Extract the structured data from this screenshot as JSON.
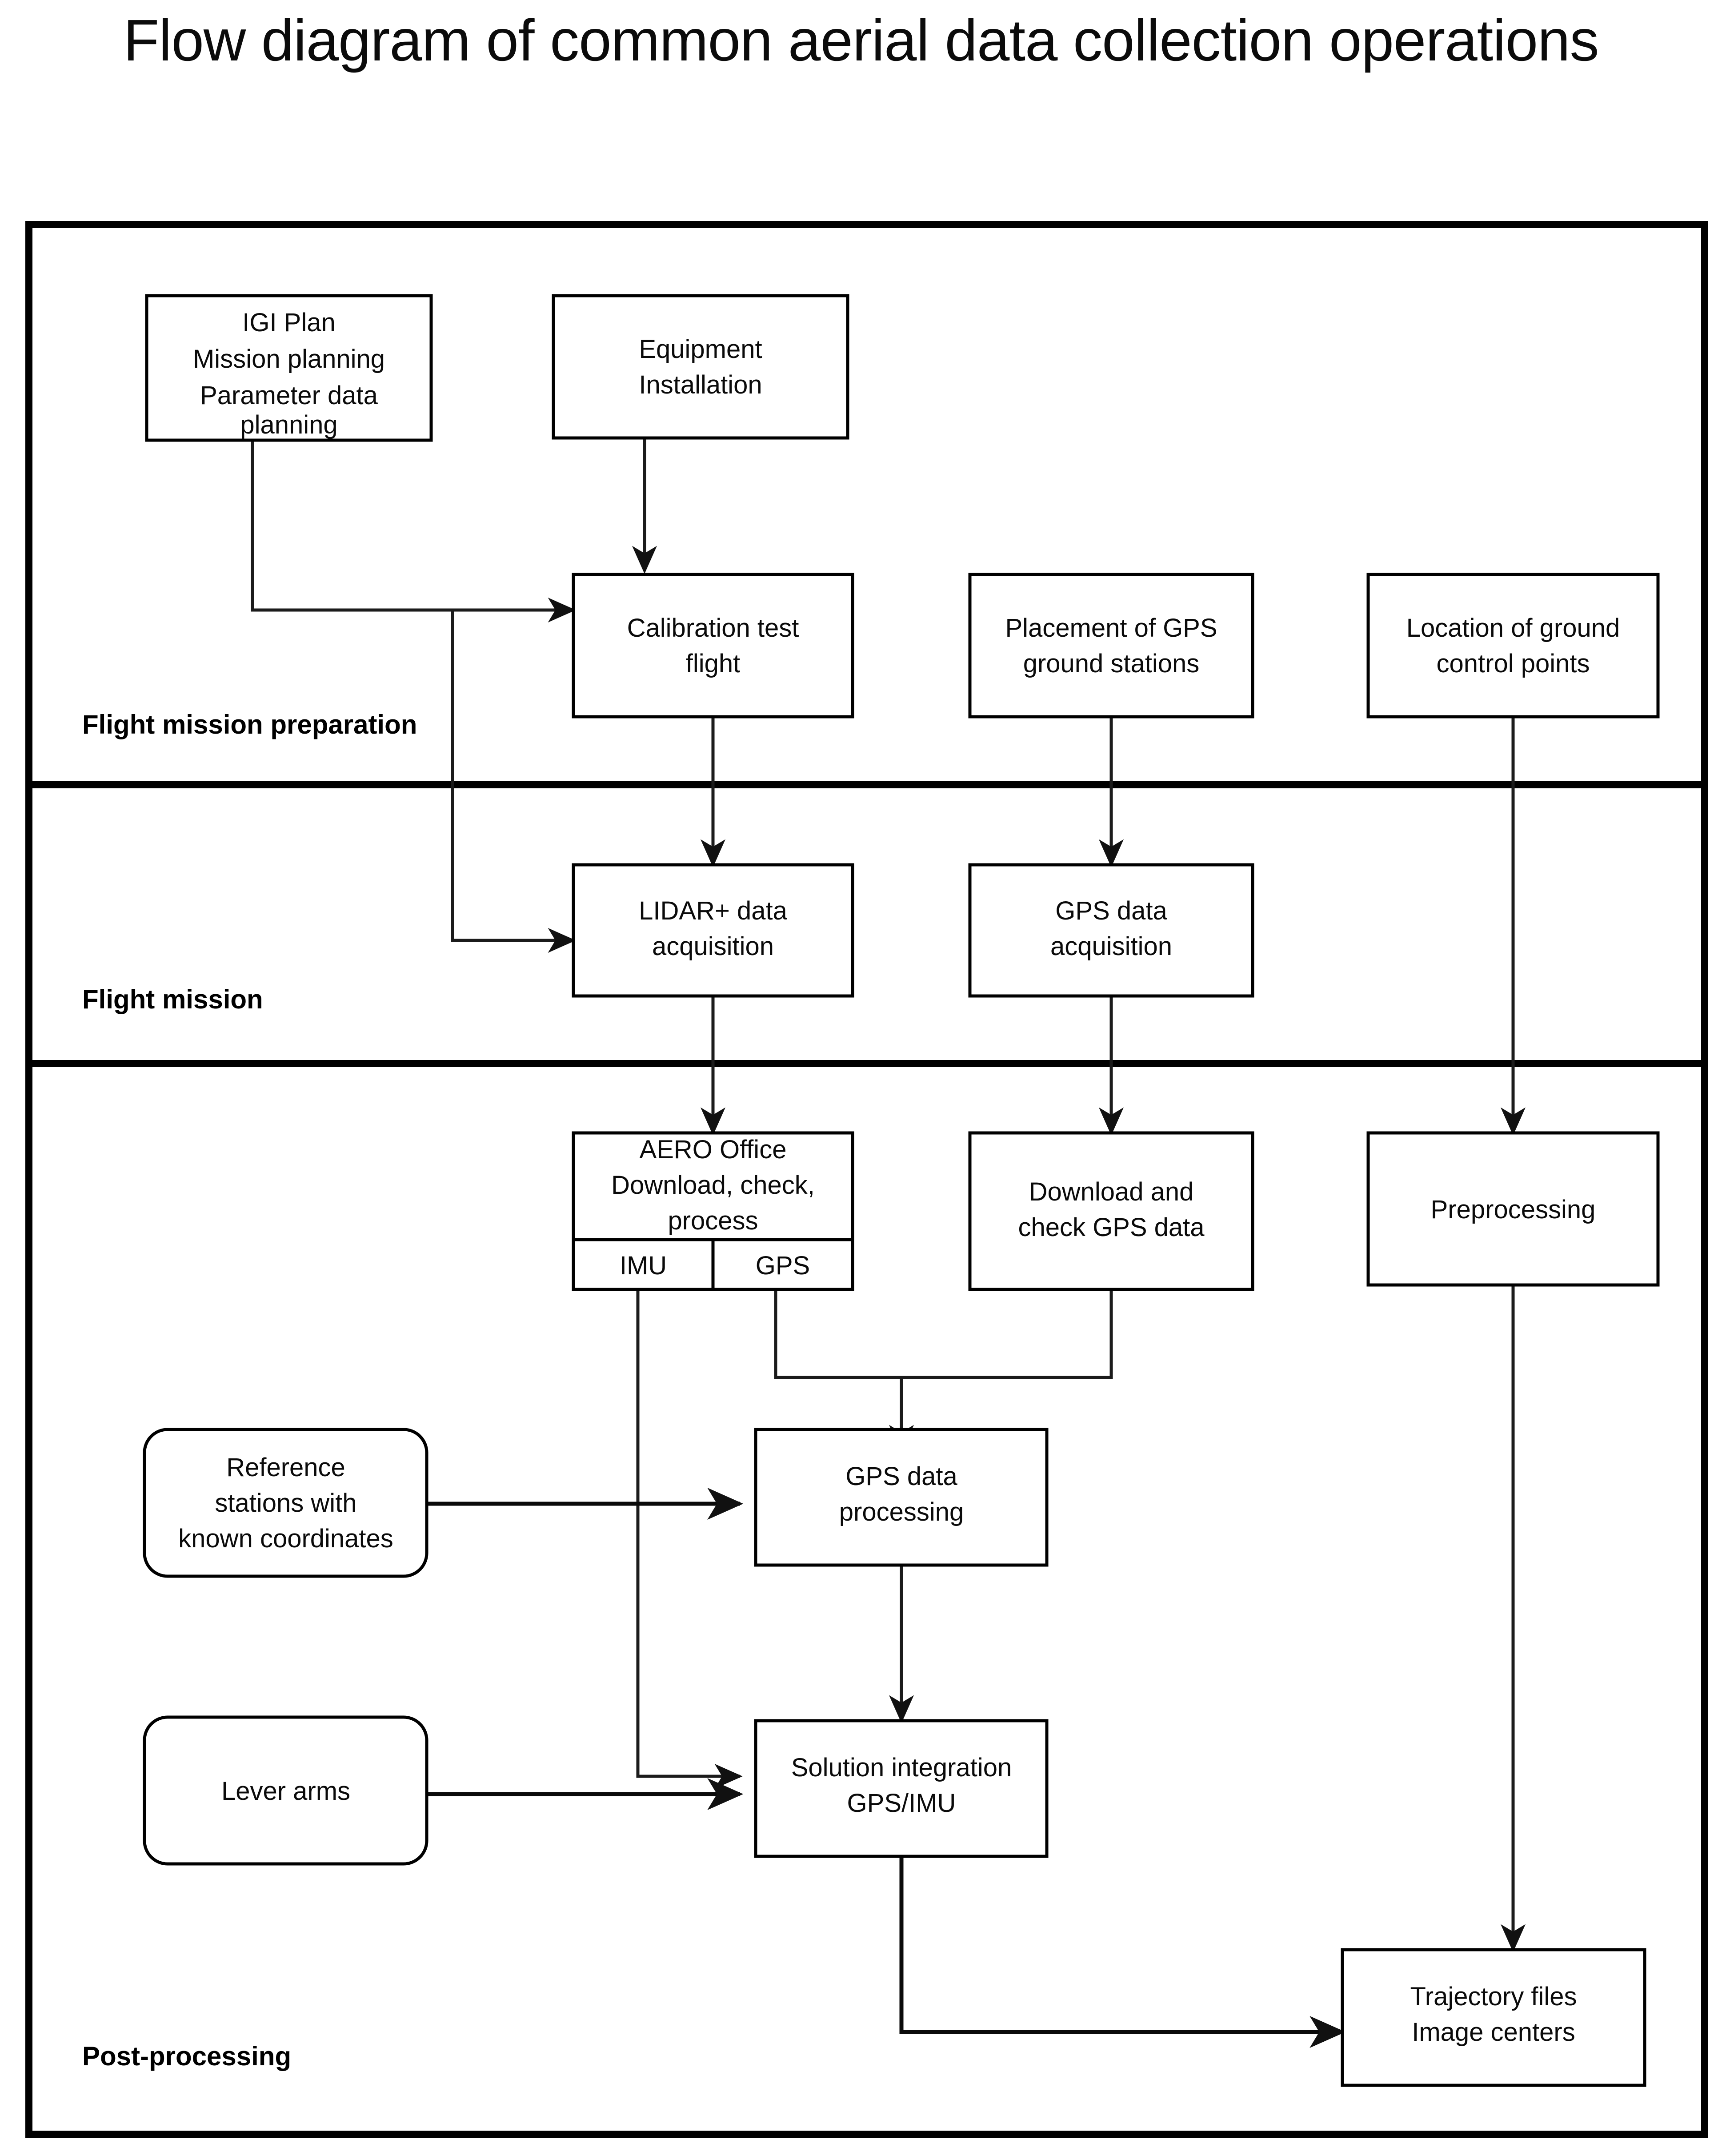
{
  "title": "Flow diagram of common aerial data collection operations",
  "colors": {
    "stroke": "#000000",
    "text": "#0a0a0a",
    "background": "#ffffff"
  },
  "sections": [
    {
      "id": "prep",
      "label": "Flight mission preparation"
    },
    {
      "id": "mission",
      "label": "Flight mission"
    },
    {
      "id": "post",
      "label": "Post-processing"
    }
  ],
  "nodes": {
    "igi_plan": {
      "lines": [
        "IGI Plan",
        "Mission planning",
        "Parameter   data",
        "planning"
      ],
      "shape": "rect"
    },
    "equipment": {
      "lines": [
        "Equipment",
        "Installation"
      ],
      "shape": "rect"
    },
    "calibration": {
      "lines": [
        "Calibration test",
        "flight"
      ],
      "shape": "rect"
    },
    "gps_placement": {
      "lines": [
        "Placement of GPS",
        "ground stations"
      ],
      "shape": "rect"
    },
    "gcp_location": {
      "lines": [
        "Location of ground",
        "control points"
      ],
      "shape": "rect"
    },
    "lidar_acq": {
      "lines": [
        "LIDAR+ data",
        "acquisition"
      ],
      "shape": "rect"
    },
    "gps_acq": {
      "lines": [
        "GPS data",
        "acquisition"
      ],
      "shape": "rect"
    },
    "aero_office": {
      "lines": [
        "AERO Office",
        "Download, check,",
        "process"
      ],
      "shape": "rect-split",
      "sub": [
        "IMU",
        "GPS"
      ]
    },
    "download_gps": {
      "lines": [
        "Download and",
        "check GPS data"
      ],
      "shape": "rect"
    },
    "preprocessing": {
      "lines": [
        "Preprocessing"
      ],
      "shape": "rect"
    },
    "ref_stations": {
      "lines": [
        "Reference",
        "stations with",
        "known coordinates"
      ],
      "shape": "rounded"
    },
    "gps_processing": {
      "lines": [
        "GPS data",
        "processing"
      ],
      "shape": "rect"
    },
    "lever_arms": {
      "lines": [
        "Lever arms"
      ],
      "shape": "rounded"
    },
    "solution_integ": {
      "lines": [
        "Solution integration",
        "GPS/IMU"
      ],
      "shape": "rect"
    },
    "trajectory": {
      "lines": [
        "Trajectory files",
        "Image centers"
      ],
      "shape": "rect"
    }
  },
  "edges": [
    {
      "from": "igi_plan",
      "to": "calibration"
    },
    {
      "from": "igi_plan",
      "to": "lidar_acq"
    },
    {
      "from": "equipment",
      "to": "calibration"
    },
    {
      "from": "calibration",
      "to": "lidar_acq"
    },
    {
      "from": "gps_placement",
      "to": "gps_acq"
    },
    {
      "from": "gcp_location",
      "to": "preprocessing"
    },
    {
      "from": "lidar_acq",
      "to": "aero_office"
    },
    {
      "from": "gps_acq",
      "to": "download_gps"
    },
    {
      "from": "aero_office",
      "to": "gps_processing"
    },
    {
      "from": "aero_office",
      "to": "solution_integ"
    },
    {
      "from": "download_gps",
      "to": "gps_processing"
    },
    {
      "from": "ref_stations",
      "to": "gps_processing"
    },
    {
      "from": "gps_processing",
      "to": "solution_integ"
    },
    {
      "from": "lever_arms",
      "to": "solution_integ"
    },
    {
      "from": "solution_integ",
      "to": "trajectory"
    },
    {
      "from": "preprocessing",
      "to": "trajectory"
    }
  ]
}
